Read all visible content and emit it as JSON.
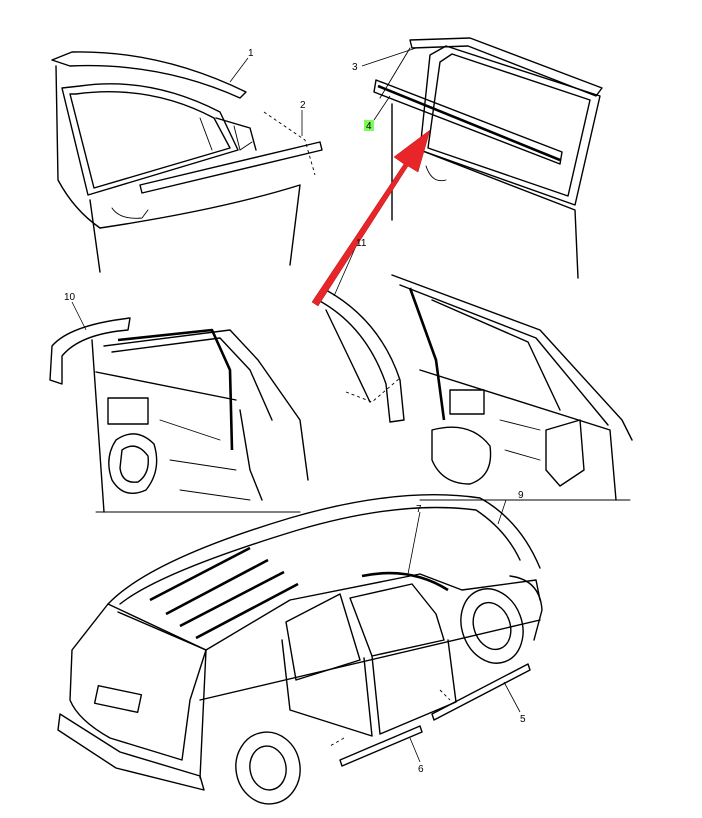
{
  "diagram": {
    "callouts": [
      {
        "id": "c1",
        "label": "1"
      },
      {
        "id": "c2",
        "label": "2"
      },
      {
        "id": "c3",
        "label": "3"
      },
      {
        "id": "c4",
        "label": "4",
        "highlight": "#7cfc5a"
      },
      {
        "id": "c5",
        "label": "5"
      },
      {
        "id": "c6",
        "label": "6"
      },
      {
        "id": "c7",
        "label": "7"
      },
      {
        "id": "c9",
        "label": "9"
      },
      {
        "id": "c10",
        "label": "10"
      },
      {
        "id": "c11",
        "label": "11"
      }
    ],
    "arrow_color": "#e8262a"
  }
}
